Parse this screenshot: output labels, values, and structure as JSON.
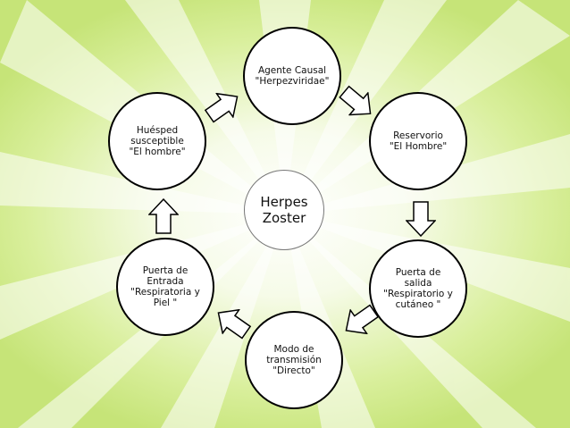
{
  "center": {
    "label": "Herpes\nZoster"
  },
  "nodes": {
    "agente": "Agente Causal\n\"Herpezviridae\"",
    "reservorio": "Reservorio\n\"El Hombre\"",
    "salida": "Puerta de\nsalida\n\"Respiratorio y\ncutáneo \"",
    "modo": "Modo de\ntransmisión\n\"Directo\"",
    "entrada": "Puerta de\nEntrada\n\"Respiratoria y\nPiel \"",
    "huesped": "Huésped\nsusceptible\n\"El hombre\""
  },
  "colors": {
    "background_center": "#ffffff",
    "background_edge": "#c6e478",
    "node_border": "#000000",
    "arrow_fill": "#ffffff"
  }
}
